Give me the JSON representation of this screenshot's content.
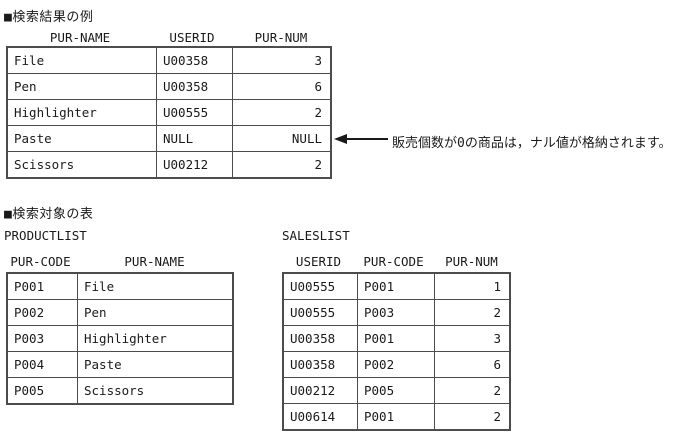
{
  "page": {
    "background": "#ffffff",
    "text_color": "#1a1a1a",
    "border_color": "#4c4c4c"
  },
  "result_section": {
    "title": "■検索結果の例",
    "table": {
      "columns": [
        "PUR-NAME",
        "USERID",
        "PUR-NUM"
      ],
      "rows": [
        [
          "File",
          "U00358",
          "3"
        ],
        [
          "Pen",
          "U00358",
          "6"
        ],
        [
          "Highlighter",
          "U00555",
          "2"
        ],
        [
          "Paste",
          "NULL",
          "NULL"
        ],
        [
          "Scissors",
          "U00212",
          "2"
        ]
      ]
    },
    "annotation": {
      "arrow_icon": "left-arrow-icon",
      "text": "販売個数が0の商品は，ナル値が格納されます。"
    }
  },
  "target_section": {
    "title": "■検索対象の表",
    "productlist": {
      "label": "PRODUCTLIST",
      "columns": [
        "PUR-CODE",
        "PUR-NAME"
      ],
      "rows": [
        [
          "P001",
          "File"
        ],
        [
          "P002",
          "Pen"
        ],
        [
          "P003",
          "Highlighter"
        ],
        [
          "P004",
          "Paste"
        ],
        [
          "P005",
          "Scissors"
        ]
      ]
    },
    "saleslist": {
      "label": "SALESLIST",
      "columns": [
        "USERID",
        "PUR-CODE",
        "PUR-NUM"
      ],
      "rows": [
        [
          "U00555",
          "P001",
          "1"
        ],
        [
          "U00555",
          "P003",
          "2"
        ],
        [
          "U00358",
          "P001",
          "3"
        ],
        [
          "U00358",
          "P002",
          "6"
        ],
        [
          "U00212",
          "P005",
          "2"
        ],
        [
          "U00614",
          "P001",
          "2"
        ]
      ]
    }
  }
}
